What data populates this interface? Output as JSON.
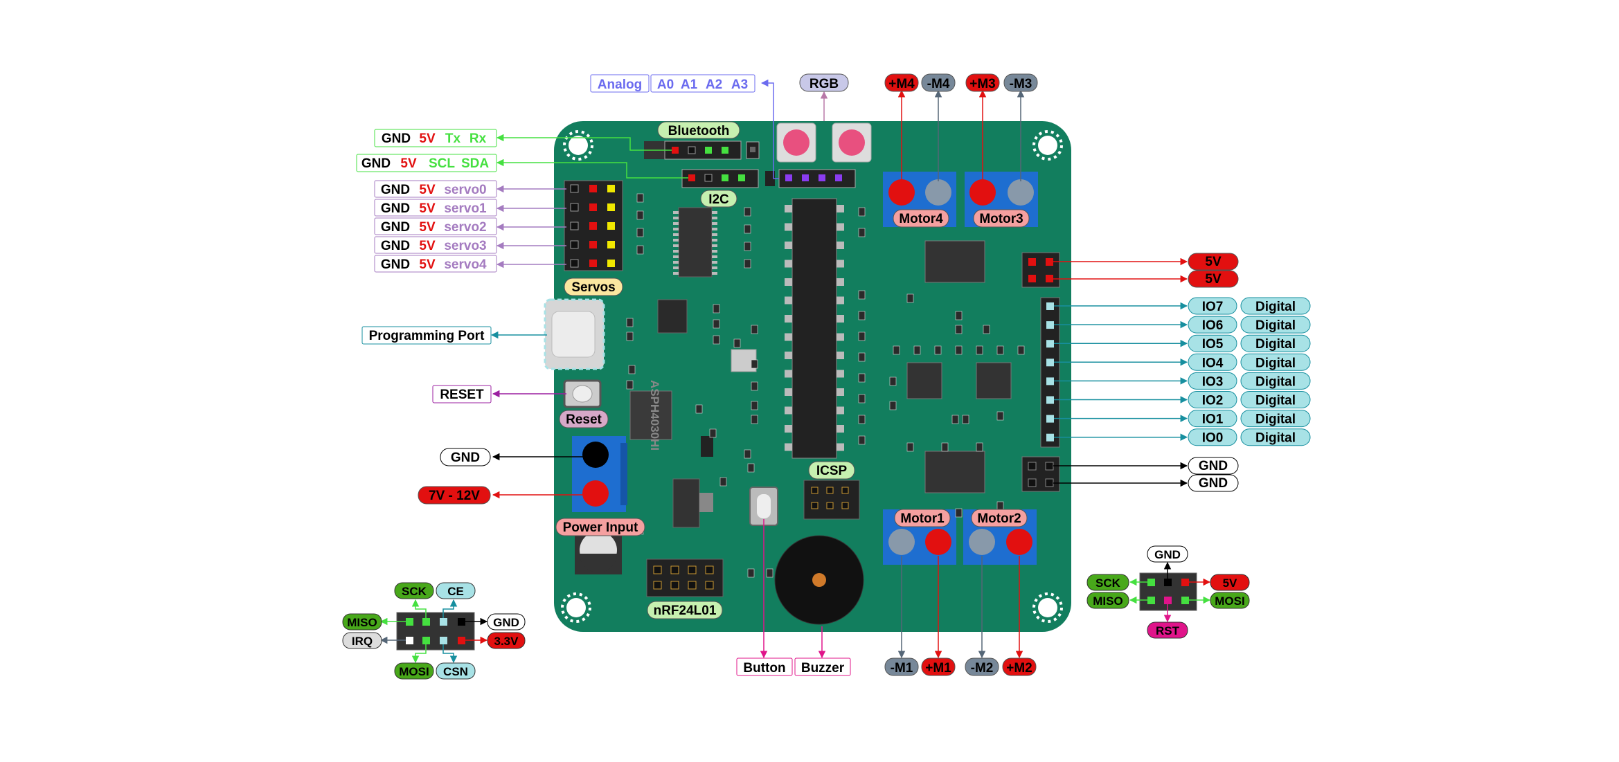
{
  "colors": {
    "board": "#127e5e",
    "board_dark": "#0d6a4f",
    "red": "#e21010",
    "green": "#45e040",
    "cyan_fill": "#a8e2e6",
    "cyan_stroke": "#178f9f",
    "purple": "#a47bc0",
    "blue_label": "#6b6bef",
    "black": "#000000",
    "white": "#ffffff",
    "gray": "#778899",
    "pink": "#e0148a",
    "salmon": "#f5a0a0",
    "yellow_fill": "#fbe7a0",
    "dark_green": "#48a81a",
    "light_green": "#c6f0b0",
    "mauve": "#d7a8c8",
    "lavender": "#c8c8e8"
  },
  "board_labels": {
    "bluetooth": "Bluetooth",
    "i2c": "I2C",
    "servos": "Servos",
    "reset": "Reset",
    "power_input": "Power Input",
    "icsp": "ICSP",
    "nrf": "nRF24L01",
    "motor1": "Motor1",
    "motor2": "Motor2",
    "motor3": "Motor3",
    "motor4": "Motor4",
    "inductor": "ASPH4030HI"
  },
  "top": {
    "analog": "Analog",
    "a0": "A0",
    "a1": "A1",
    "a2": "A2",
    "a3": "A3",
    "rgb": "RGB",
    "p_m4": "+M4",
    "n_m4": "-M4",
    "p_m3": "+M3",
    "n_m3": "-M3"
  },
  "left": {
    "bt": {
      "gnd": "GND",
      "v5": "5V",
      "tx": "Tx",
      "rx": "Rx"
    },
    "i2c": {
      "gnd": "GND",
      "v5": "5V",
      "scl": "SCL",
      "sda": "SDA"
    },
    "servos": [
      {
        "gnd": "GND",
        "v5": "5V",
        "name": "servo0"
      },
      {
        "gnd": "GND",
        "v5": "5V",
        "name": "servo1"
      },
      {
        "gnd": "GND",
        "v5": "5V",
        "name": "servo2"
      },
      {
        "gnd": "GND",
        "v5": "5V",
        "name": "servo3"
      },
      {
        "gnd": "GND",
        "v5": "5V",
        "name": "servo4"
      }
    ],
    "programming_port": "Programming Port",
    "reset": "RESET",
    "gnd": "GND",
    "vin": "7V - 12V"
  },
  "right": {
    "v5_a": "5V",
    "v5_b": "5V",
    "io": [
      {
        "pin": "IO7",
        "type": "Digital"
      },
      {
        "pin": "IO6",
        "type": "Digital"
      },
      {
        "pin": "IO5",
        "type": "Digital"
      },
      {
        "pin": "IO4",
        "type": "Digital"
      },
      {
        "pin": "IO3",
        "type": "Digital"
      },
      {
        "pin": "IO2",
        "type": "Digital"
      },
      {
        "pin": "IO1",
        "type": "Digital"
      },
      {
        "pin": "IO0",
        "type": "Digital"
      }
    ],
    "gnd_a": "GND",
    "gnd_b": "GND"
  },
  "bottom": {
    "n_m1": "-M1",
    "p_m1": "+M1",
    "n_m2": "-M2",
    "p_m2": "+M2",
    "button": "Button",
    "buzzer": "Buzzer"
  },
  "nrf_pinout": {
    "sck": "SCK",
    "ce": "CE",
    "miso": "MISO",
    "gnd": "GND",
    "irq": "IRQ",
    "v33": "3.3V",
    "mosi": "MOSI",
    "csn": "CSN"
  },
  "icsp_pinout": {
    "gnd": "GND",
    "sck": "SCK",
    "v5": "5V",
    "miso": "MISO",
    "mosi": "MOSI",
    "rst": "RST"
  }
}
